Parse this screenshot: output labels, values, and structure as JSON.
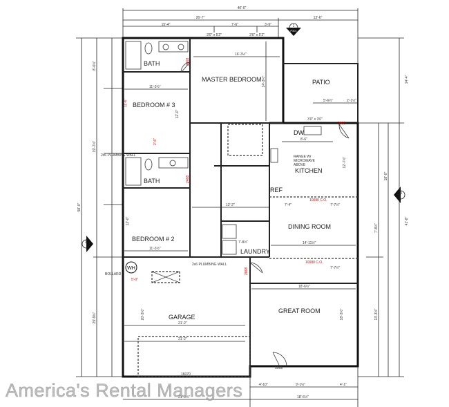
{
  "rooms": {
    "bath_1": "BATH",
    "bedroom_3": "BEDROOM # 3",
    "master_bedroom": "MASTER BEDROOM",
    "patio": "PATIO",
    "kitchen": "KITCHEN",
    "bath_2": "BATH",
    "bedroom_2": "BEDROOM # 2",
    "dining_room": "DINING ROOM",
    "laundry": "LAUNDRY",
    "garage": "GARAGE",
    "great_room": "GREAT ROOM"
  },
  "fixtures": {
    "dw": "DW",
    "ref": "REF",
    "wh": "WH",
    "range_note": [
      "RANGE W/",
      "MICROWAVE",
      "ABOVE"
    ],
    "plumbing_wall": "2x6 PLUMBING WALL",
    "plumbing_wall_left": "2x6 PLUMBING WALL",
    "bollard": "BOLLARD"
  },
  "dimensions": {
    "top_overall": "40'-0\"",
    "top_left": "26'-7\"",
    "top_right": "13'-6\"",
    "top_sub1": "15'-4\"",
    "top_sub2": "7'-6\"",
    "top_sub3": "3'-9\"",
    "left_overall": "58'-0\"",
    "left_upper": "19'-7½\"",
    "left_lower": "29'-9½\"",
    "left_top": "8'-6½\"",
    "right_overall": "41'-8\"",
    "right_a": "18'-0\"",
    "right_b": "14'-4\"",
    "right_c": "7'-8½\"",
    "right_d": "13'-3½\"",
    "master_w": "16'-3½\"",
    "master_h": "14'-3½\"",
    "bed3_w": "11'-3½\"",
    "bed3_h": "12'-0\"",
    "bed2_w": "11'-3½\"",
    "bed2_h": "12'-0\"",
    "hall": "13'-2\"",
    "dining_w": "14'-11½\"",
    "kitchen_w": "8'-6\"",
    "kitchen_h": "12'-7½\"",
    "patio_a": "5'-6½\"",
    "patio_b": "2'-1½\"",
    "laundry_w": "7'-8½\"",
    "great_w": "18'-6½\"",
    "great_h": "18'-3½\"",
    "garage_w1": "21'-2\"",
    "garage_w2": "21'-2\"",
    "garage_h": "20'-3½\"",
    "bottom_a": "4'-10\"",
    "bottom_b": "9'-1½\"",
    "bottom_c": "4'-1\"",
    "bottom_total_right": "18'-6½\"",
    "bottom_total_left": "21'-9½\"",
    "dining_a": "7'-4\"",
    "dining_b": "7'-7½\"",
    "great_c": "7'-7½\"",
    "wh_dim": "5'-0\"",
    "garage_door": "16070",
    "entry_door": "3068",
    "window_top1": "3'0\" x 5'2\"",
    "window_top2": "3'0\" x 5'2\"",
    "window_kitchen": "3'0\" x 3'0\""
  },
  "red_labels": {
    "opening_1": "10080 C.O.",
    "opening_2": "10080 C.O.",
    "door_bath1": "2468",
    "door_bath2": "2468",
    "door_garage": "2868",
    "bed3_note": "11'-6\"",
    "closet_note": "2'-6\"",
    "patio_door": "2868"
  },
  "section_marker": {
    "number": "1",
    "sheet": "P301"
  },
  "watermark": "America's Rental Managers"
}
